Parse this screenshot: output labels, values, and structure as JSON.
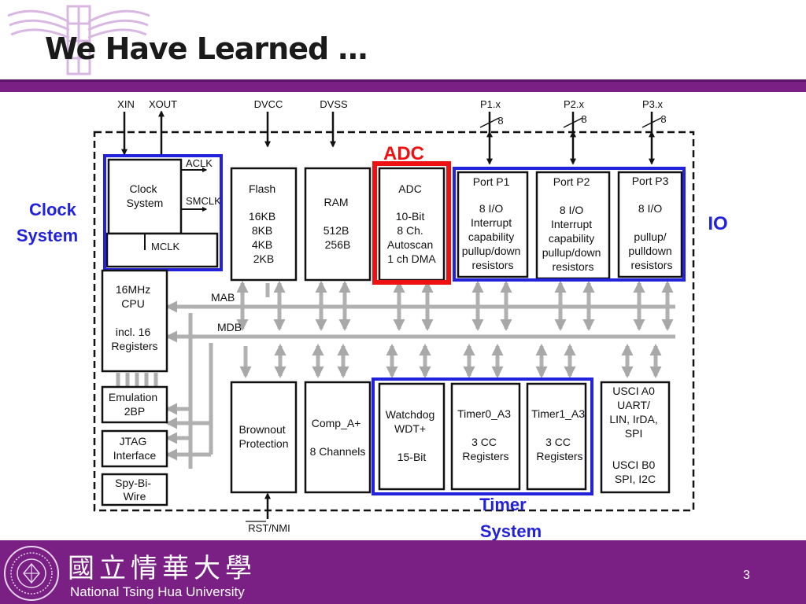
{
  "slide": {
    "title": "We Have Learned …",
    "page_number": "3"
  },
  "annotations": {
    "adc": "ADC",
    "clock_line1": "Clock",
    "clock_line2": "System",
    "io": "IO",
    "timer_line1": "Timer",
    "timer_line2": "System"
  },
  "pins": {
    "xin": "XIN",
    "xout": "XOUT",
    "dvcc": "DVCC",
    "dvss": "DVSS",
    "p1x": "P1.x",
    "p2x": "P2.x",
    "p3x": "P3.x",
    "bus_width": "8",
    "rst": "RST/NMI"
  },
  "clock": {
    "name": [
      "Clock",
      "System"
    ],
    "aclk": "ACLK",
    "smclk": "SMCLK",
    "mclk": "MCLK"
  },
  "flash": [
    "Flash",
    "",
    "16KB",
    "8KB",
    "4KB",
    "2KB"
  ],
  "ram": [
    "RAM",
    "",
    "512B",
    "256B"
  ],
  "adc_block": [
    "ADC",
    "",
    "10-Bit",
    "8 Ch.",
    "Autoscan",
    "1 ch DMA"
  ],
  "port_p1": [
    "Port P1",
    "",
    "8 I/O",
    "Interrupt",
    "capability",
    "pullup/down",
    "resistors"
  ],
  "port_p2": [
    "Port P2",
    "",
    "8 I/O",
    "Interrupt",
    "capability",
    "pullup/down",
    "resistors"
  ],
  "port_p3": [
    "Port P3",
    "",
    "8 I/O",
    "",
    "pullup/",
    "pulldown",
    "resistors"
  ],
  "cpu": [
    "16MHz",
    "CPU",
    "",
    "incl. 16",
    "Registers"
  ],
  "mab": "MAB",
  "mdb": "MDB",
  "emulation": [
    "Emulation",
    "2BP"
  ],
  "jtag": [
    "JTAG",
    "Interface"
  ],
  "spybiwire": [
    "Spy-Bi-",
    "Wire"
  ],
  "brownout": [
    "Brownout",
    "Protection"
  ],
  "comp": [
    "Comp_A+",
    "",
    "8 Channels"
  ],
  "watchdog": [
    "Watchdog",
    "WDT+",
    "",
    "15-Bit"
  ],
  "timer0": [
    "Timer0_A3",
    "",
    "3 CC",
    "Registers"
  ],
  "timer1": [
    "Timer1_A3",
    "",
    "3 CC",
    "Registers"
  ],
  "usci": [
    "USCI A0",
    "UART/",
    "LIN, IrDA,",
    "SPI",
    "",
    "USCI B0",
    "SPI, I2C"
  ],
  "footer": {
    "chinese": "國立情華大學",
    "university": "National Tsing Hua University"
  },
  "colors": {
    "purple": "#7a1f84",
    "highlight_blue": "#2222dd",
    "highlight_red": "#ee1111",
    "bus_gray": "#b0b0b0"
  }
}
